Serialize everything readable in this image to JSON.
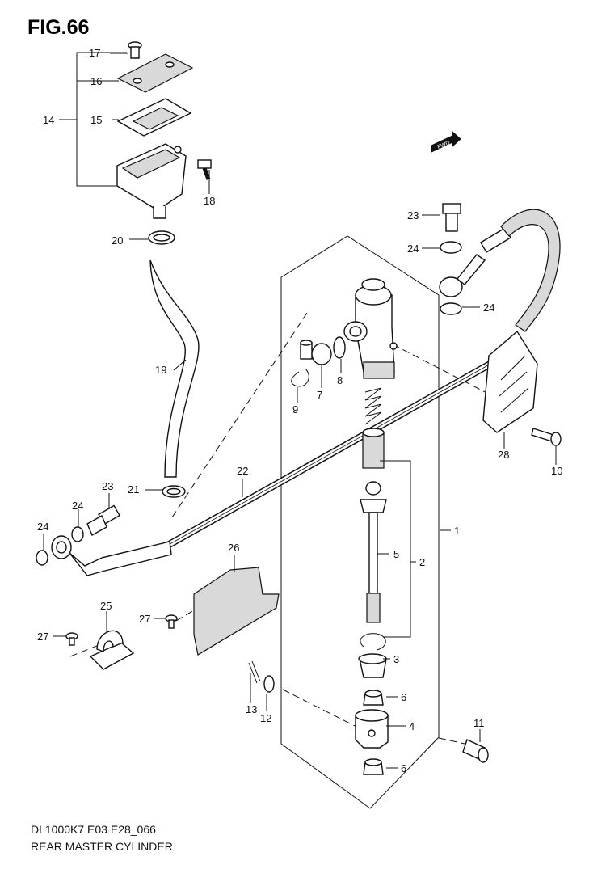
{
  "figure_title": "FIG.66",
  "caption": {
    "code": "DL1000K7 E03 E28_066",
    "title": "REAR MASTER CYLINDER"
  },
  "fwd_label": "FWD",
  "callouts": {
    "c1": "1",
    "c2": "2",
    "c3": "3",
    "c4": "4",
    "c5": "5",
    "c6a": "6",
    "c6b": "6",
    "c7": "7",
    "c8": "8",
    "c9": "9",
    "c10": "10",
    "c11": "11",
    "c12": "12",
    "c13": "13",
    "c14": "14",
    "c15": "15",
    "c16": "16",
    "c17": "17",
    "c18": "18",
    "c19": "19",
    "c20": "20",
    "c21": "21",
    "c22": "22",
    "c23a": "23",
    "c23b": "23",
    "c24a": "24",
    "c24b": "24",
    "c24c": "24",
    "c24d": "24",
    "c25": "25",
    "c26": "26",
    "c27a": "27",
    "c27b": "27",
    "c28": "28"
  }
}
